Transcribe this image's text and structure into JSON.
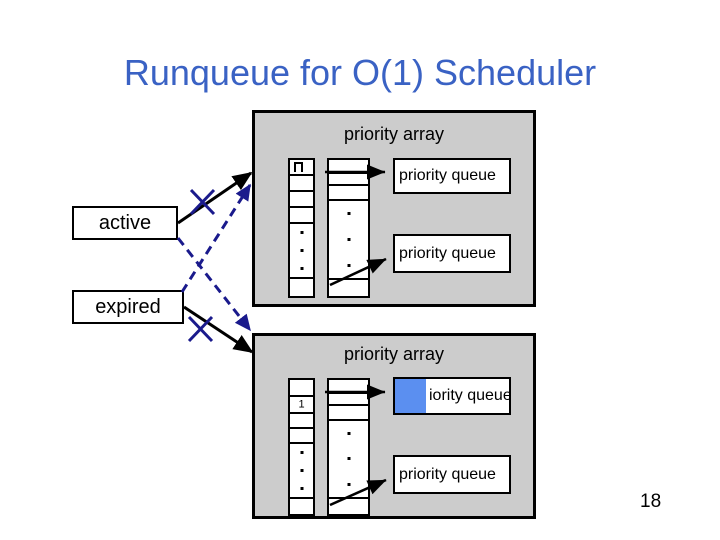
{
  "slide": {
    "title": "Runqueue for O(1) Scheduler",
    "page_number": "18",
    "title_color": "#3a62c4",
    "panel_fill": "#cccccc",
    "selection_color": "#5b8ff0",
    "connector_dashed_color": "#1a1a8c",
    "connector_solid_color": "#000000"
  },
  "labels": {
    "active": "active",
    "expired": "expired"
  },
  "panels": [
    {
      "id": "active-array",
      "caption": "priority array",
      "bitmap": {
        "name": "bitmap",
        "cells": [
          "",
          "",
          "",
          "",
          "",
          ""
        ],
        "top_marker": "open-box-glyph",
        "dots": [
          "dot",
          "dot",
          "dot"
        ]
      },
      "queue_array": {
        "name": "queue-pointer-array",
        "cells": [
          "",
          "",
          "",
          "",
          ""
        ],
        "dots": [
          "dot",
          "dot",
          "dot"
        ]
      },
      "queues": [
        {
          "label": "priority queue",
          "highlighted": false
        },
        {
          "label": "priority queue",
          "highlighted": false
        }
      ]
    },
    {
      "id": "expired-array",
      "caption": "priority array",
      "bitmap": {
        "name": "bitmap",
        "cells": [
          "",
          "1",
          "",
          "",
          "",
          ""
        ],
        "top_marker": "",
        "dots": [
          "dot",
          "dot",
          "dot"
        ]
      },
      "queue_array": {
        "name": "queue-pointer-array",
        "cells": [
          "",
          "",
          "",
          "",
          ""
        ],
        "dots": [
          "dot",
          "dot",
          "dot"
        ]
      },
      "queues": [
        {
          "label": "iority queue",
          "highlighted": true
        },
        {
          "label": "priority queue",
          "highlighted": false
        }
      ]
    }
  ],
  "connectors": [
    {
      "name": "active-to-top-array-old",
      "style": "solid",
      "color": "#000000",
      "crossed_out": true
    },
    {
      "name": "expired-to-bottom-array-old",
      "style": "solid",
      "color": "#000000",
      "crossed_out": true
    },
    {
      "name": "active-to-bottom-array-new",
      "style": "dashed",
      "color": "#1a1a8c",
      "crossed_out": false
    },
    {
      "name": "expired-to-top-array-new",
      "style": "dashed",
      "color": "#1a1a8c",
      "crossed_out": false
    }
  ]
}
